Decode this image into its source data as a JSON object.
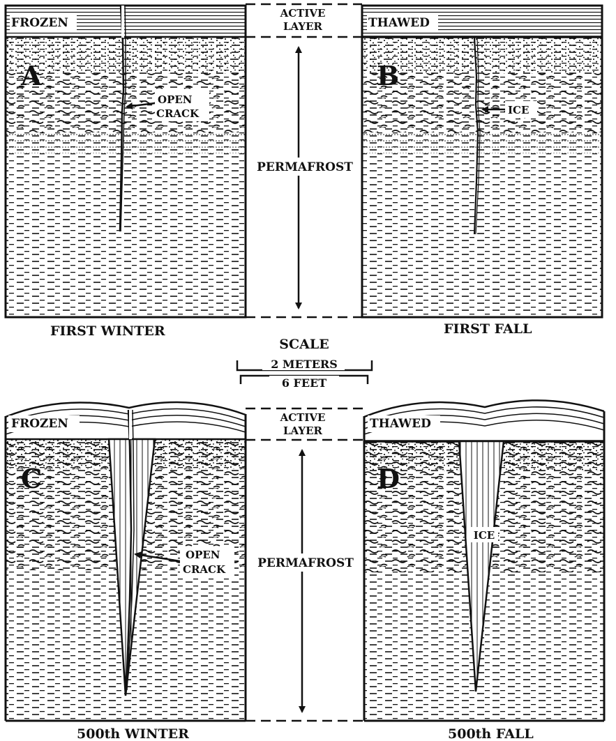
{
  "panels": [
    {
      "letter": "A",
      "surface_label": "FROZEN",
      "arrow_label_lines": [
        "OPEN",
        "CRACK"
      ],
      "caption": "FIRST WINTER"
    },
    {
      "letter": "B",
      "surface_label": "THAWED",
      "arrow_label_lines": [
        "ICE"
      ],
      "caption": "FIRST FALL"
    },
    {
      "letter": "C",
      "surface_label": "FROZEN",
      "arrow_label_lines": [
        "OPEN",
        "CRACK"
      ],
      "caption": "500th WINTER"
    },
    {
      "letter": "D",
      "surface_label": "THAWED",
      "wedge_label": "ICE",
      "caption": "500th FALL"
    }
  ],
  "middle": {
    "top": {
      "active_layer_lines": [
        "ACTIVE",
        "LAYER"
      ],
      "permafrost_label": "PERMAFROST"
    },
    "bottom": {
      "active_layer_lines": [
        "ACTIVE",
        "LAYER"
      ],
      "permafrost_label": "PERMAFROST"
    }
  },
  "scale": {
    "title": "SCALE",
    "metric": "2 METERS",
    "imperial": "6 FEET"
  },
  "colors": {
    "ink": "#111111",
    "paper": "#ffffff"
  }
}
